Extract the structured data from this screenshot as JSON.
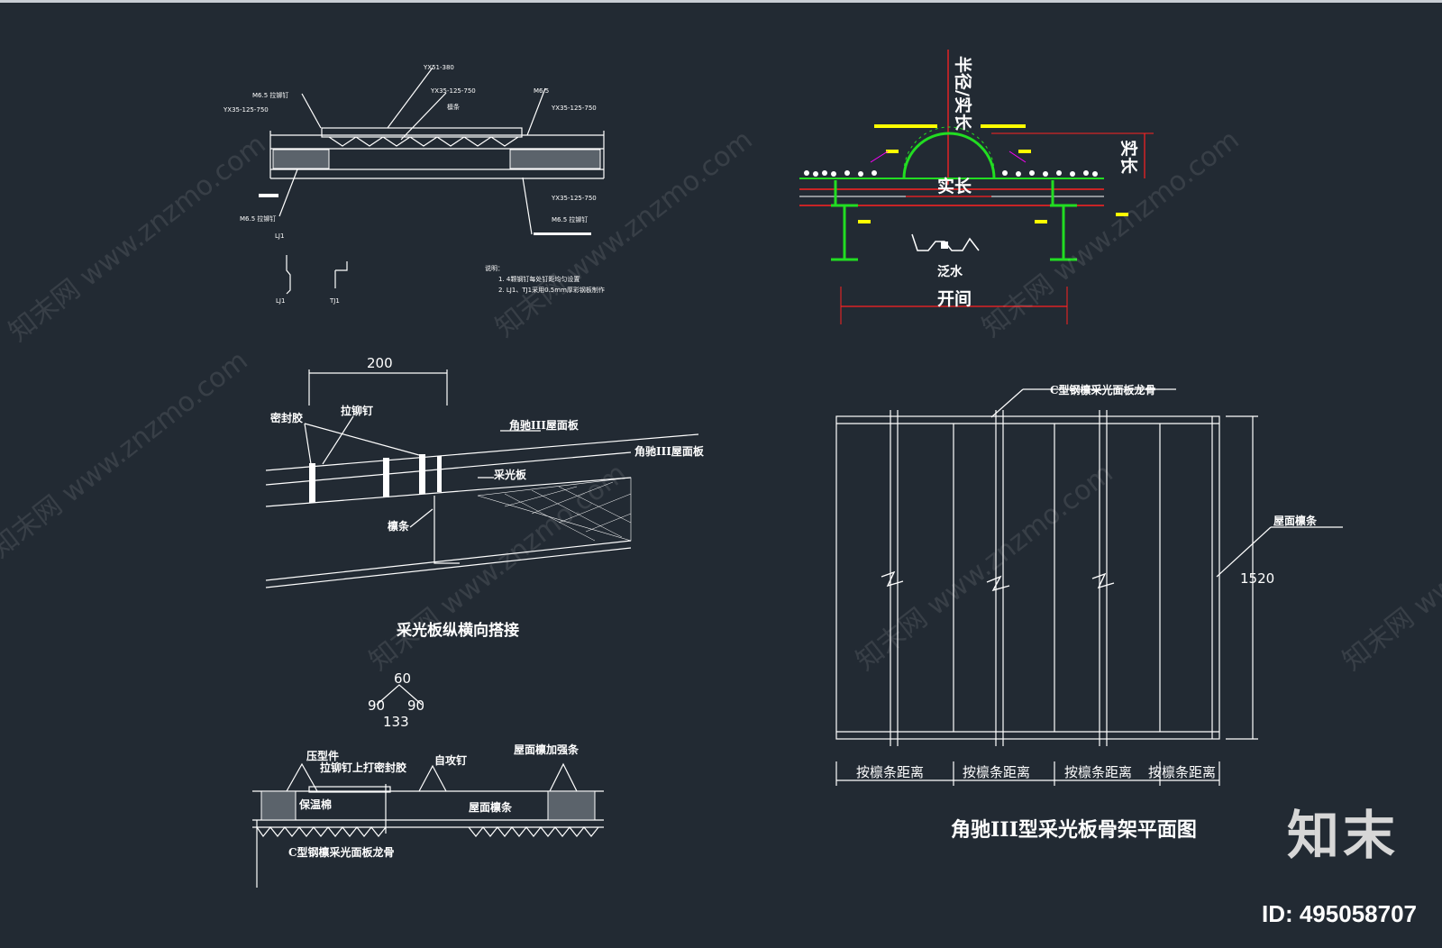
{
  "detail_top_left": {
    "notes_heading": "说明：",
    "note_lines": [
      "1. 4颗钢钉每处钉距均匀设置",
      "2. LJ1、TJ1采用0.5mm厚彩钢板制作"
    ],
    "tag_lj1": "LJ1",
    "tag_tj1": "TJ1"
  },
  "detail_top_right": {
    "vertical_label": "半径/实长",
    "arc_label": "实长",
    "side_label": "实长",
    "bottom_label": "泛水",
    "span_label": "开间"
  },
  "detail_mid_left": {
    "dimension": "200",
    "labels": [
      "密封胶",
      "拉铆钉",
      "角驰III屋面板",
      "角驰III屋面板",
      "采光板",
      "檩条"
    ],
    "title": "采光板纵横向搭接"
  },
  "angle_detail": {
    "top": "60",
    "left": "90",
    "right": "90",
    "bottom": "133"
  },
  "detail_bottom_left": {
    "labels": [
      "压型件",
      "拉铆钉上打密封胶",
      "自攻钉",
      "屋面檩加强条",
      "保温棉",
      "屋面檩条",
      "C型钢檩采光面板龙骨"
    ]
  },
  "plan": {
    "callout_top": "C型钢檩采光面板龙骨",
    "callout_right": "屋面檩条",
    "height_dim": "1520",
    "spacing_labels": [
      "按檩条距离",
      "按檩条距离",
      "按檩条距离",
      "按檩条距离"
    ],
    "title": "角驰III型采光板骨架平面图"
  },
  "watermark": {
    "text": "知末网 www.znzmo.com"
  },
  "branding": {
    "logo": "知末",
    "id": "ID: 495058707"
  },
  "colors": {
    "background": "#222a33",
    "line": "#ffffff",
    "red": "#ff2222",
    "green": "#22dd22",
    "magenta": "#ff00ff",
    "yellow": "#ffff00"
  }
}
